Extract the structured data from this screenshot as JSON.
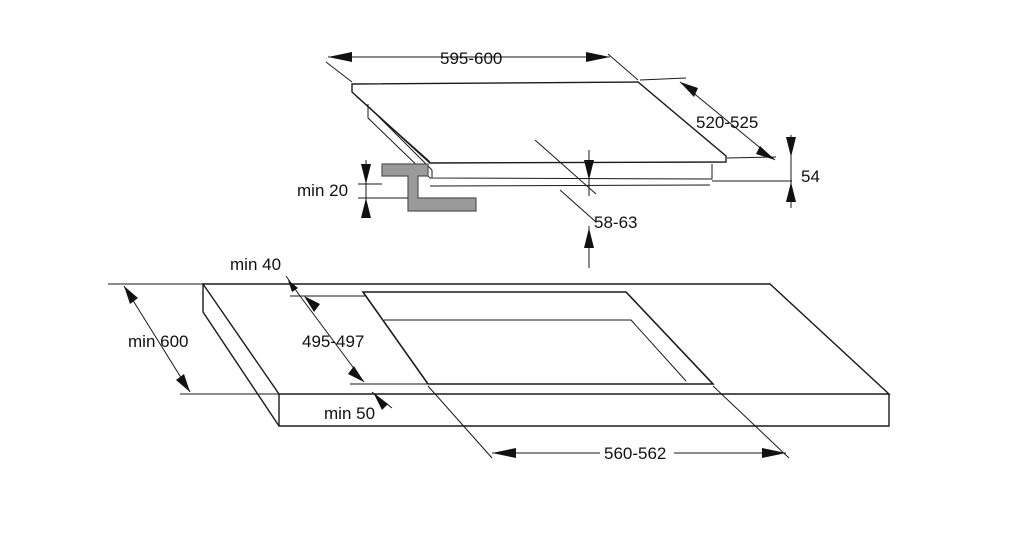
{
  "dimensions": {
    "hob_width": "595-600",
    "hob_depth": "520-525",
    "hob_height": "54",
    "bracket_gap": "min 20",
    "edge_offset": "58-63",
    "rear_clearance": "min 40",
    "worktop_depth": "min 600",
    "cutout_depth": "495-497",
    "front_clearance": "min 50",
    "cutout_width": "560-562"
  },
  "colors": {
    "line": "#1a1a1a",
    "bracket_fill": "#9a9a9a",
    "background": "#ffffff"
  }
}
